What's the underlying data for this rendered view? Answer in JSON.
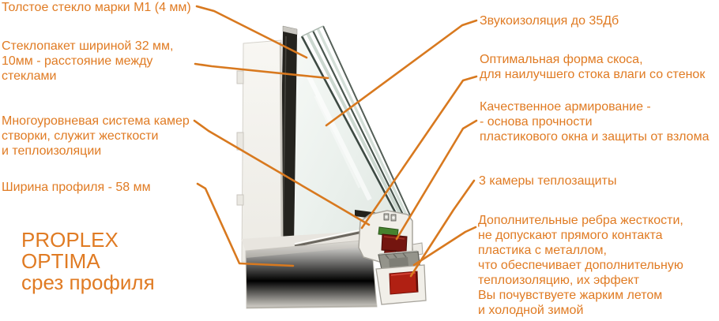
{
  "accent_color": "#e07b23",
  "leader_line_color": "#d8791f",
  "brand": {
    "text": "PROPLEX\nOPTIMA\nсрез профиля"
  },
  "callouts": {
    "glass_thickness": "Толстое стекло марки М1 (4 мм)",
    "glazing_unit": "Стеклопакет шириной 32 мм,\n10мм - расстояние между\nстеклами",
    "sash_chambers": "Многоуровневая система камер\nстворки, служит жесткости\n и теплоизоляции",
    "profile_width": "Ширина профиля - 58 мм",
    "sound_insulation": "Звукоизоляция до 35Дб",
    "drainage_slope": "Оптимальная форма скоса,\nдля наилучшего стока влаги со стенок",
    "reinforcement": "Качественное армирование -\n- основа прочности\nпластикового окна и защиты от взлома",
    "thermal_chambers": "3 камеры теплозащиты",
    "stiffening_ribs": "Дополнительные ребра жесткости,\nне допускают прямого контакта\nпластика с металлом,\nчто обеспечивает дополнительную\nтеплоизоляцию, их эффект\nВы почувствуете жарким летом\n и холодной зимой"
  },
  "photo_colors": {
    "pvc_white": "#f1efe9",
    "gasket_black": "#24231e",
    "steel_sash_red": "#74150f",
    "steel_frame_red": "#b02013",
    "glazing_packer_green": "#46822f",
    "metal_connector_gray": "#94948b"
  }
}
